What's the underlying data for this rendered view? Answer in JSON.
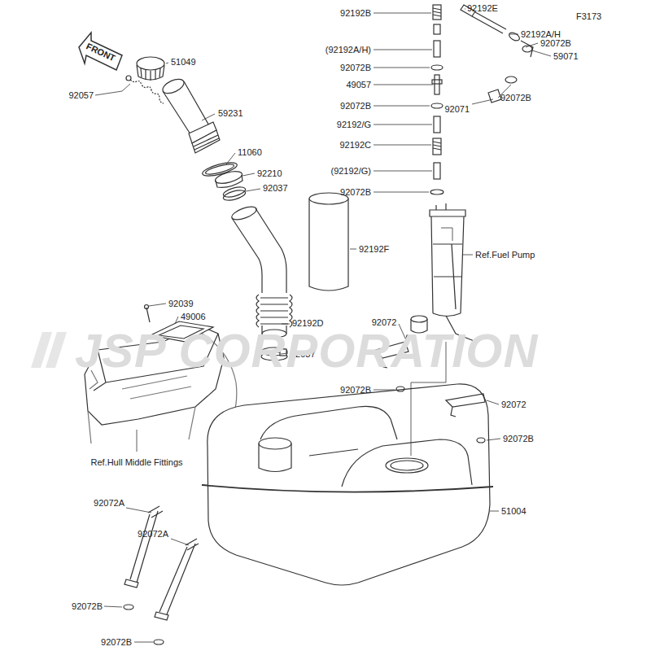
{
  "diagram": {
    "labels": [
      "FRONT",
      "51049",
      "92057",
      "59231",
      "11060",
      "92210",
      "92037",
      "92192F",
      "92039",
      "49006",
      "92192D",
      "92037",
      "Ref.Hull Middle Fittings",
      "92192B",
      "92192E",
      "F3173",
      "(92192A/H)",
      "92192A/H",
      "92072B",
      "59071",
      "92072B",
      "49057",
      "92072B",
      "92192/G",
      "92192C",
      "(92192/G)",
      "92072B",
      "92072B",
      "92071",
      "Ref.Fuel Pump",
      "92072",
      "92072B",
      "92072",
      "92072B",
      "51004",
      "92072A",
      "92072A",
      "92072B",
      "92072B",
      "JSP CORPORATION"
    ]
  }
}
